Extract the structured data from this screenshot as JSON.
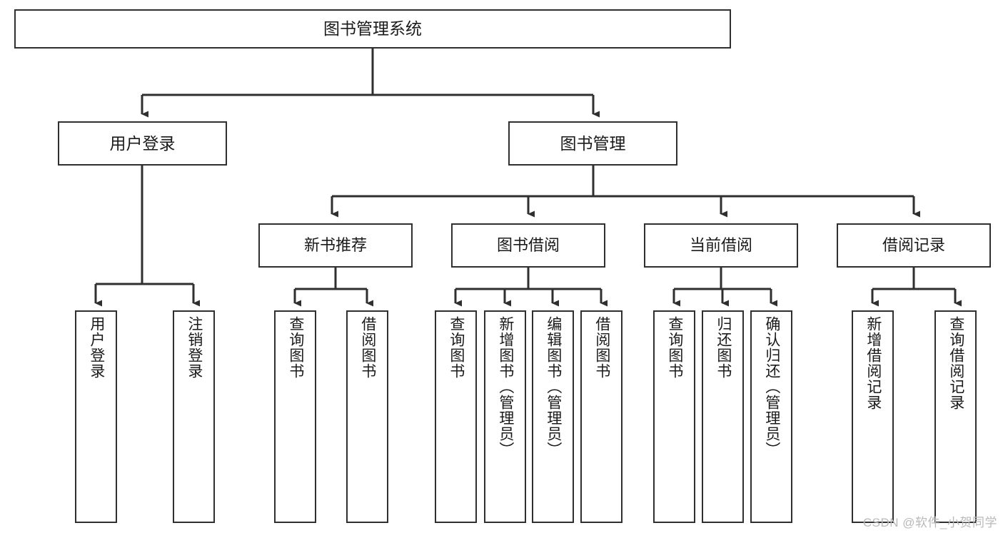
{
  "diagram": {
    "type": "tree-hierarchy",
    "title": "图书管理系统",
    "watermark": "CSDN @软件_小贺同学",
    "colors": {
      "node_border": "#2f2f2f",
      "node_fill": "#ffffff",
      "edge": "#2f2f2f",
      "text": "#1a1a1a",
      "watermark": "#b9b9b9",
      "background": "#ffffff"
    },
    "root": {
      "label": "图书管理系统"
    },
    "level2": [
      {
        "label": "用户登录"
      },
      {
        "label": "图书管理"
      }
    ],
    "level3": [
      {
        "label": "新书推荐"
      },
      {
        "label": "图书借阅"
      },
      {
        "label": "当前借阅"
      },
      {
        "label": "借阅记录"
      }
    ],
    "leaves": {
      "user_login": [
        {
          "label": "用户登录"
        },
        {
          "label": "注销登录"
        }
      ],
      "new_book_recommend": [
        {
          "label": "查询图书"
        },
        {
          "label": "借阅图书"
        }
      ],
      "book_borrow": [
        {
          "label": "查询图书"
        },
        {
          "label": "新增图书（管理员）"
        },
        {
          "label": "编辑图书（管理员）"
        },
        {
          "label": "借阅图书"
        }
      ],
      "current_borrow": [
        {
          "label": "查询图书"
        },
        {
          "label": "归还图书"
        },
        {
          "label": "确认归还（管理员）"
        }
      ],
      "borrow_record": [
        {
          "label": "新增借阅记录"
        },
        {
          "label": "查询借阅记录"
        }
      ]
    }
  }
}
